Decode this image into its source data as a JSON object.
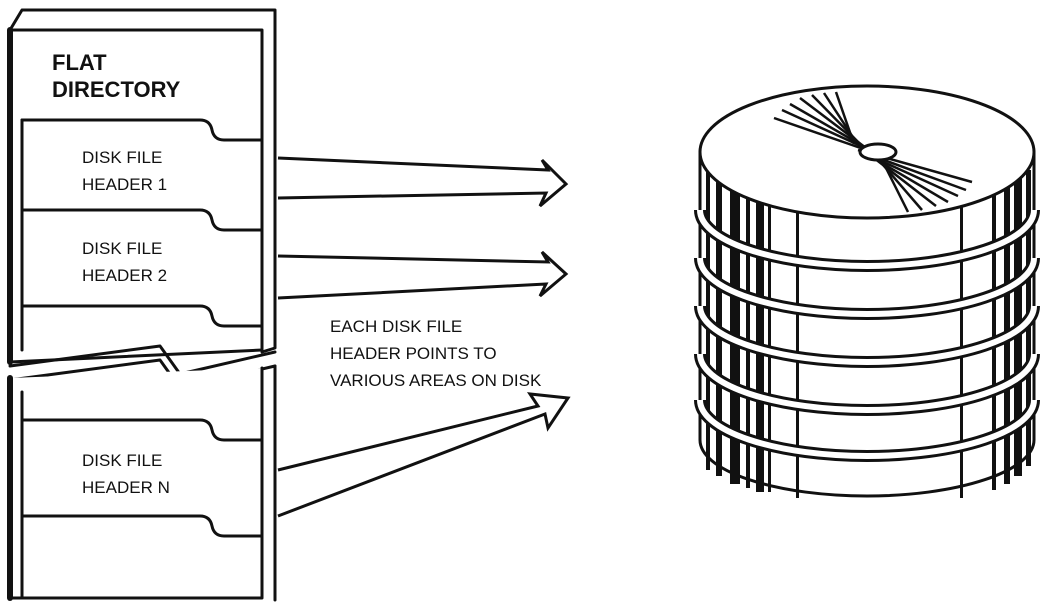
{
  "directory": {
    "title_line1": "FLAT",
    "title_line2": "DIRECTORY",
    "headers": [
      {
        "line1": "DISK FILE",
        "line2": "HEADER 1"
      },
      {
        "line1": "DISK FILE",
        "line2": "HEADER 2"
      },
      {
        "line1": "DISK FILE",
        "line2": "HEADER N"
      }
    ]
  },
  "annotation": {
    "line1": "EACH DISK FILE",
    "line2": "HEADER POINTS TO",
    "line3": "VARIOUS AREAS ON DISK"
  },
  "colors": {
    "ink": "#111111",
    "paper": "#ffffff"
  }
}
